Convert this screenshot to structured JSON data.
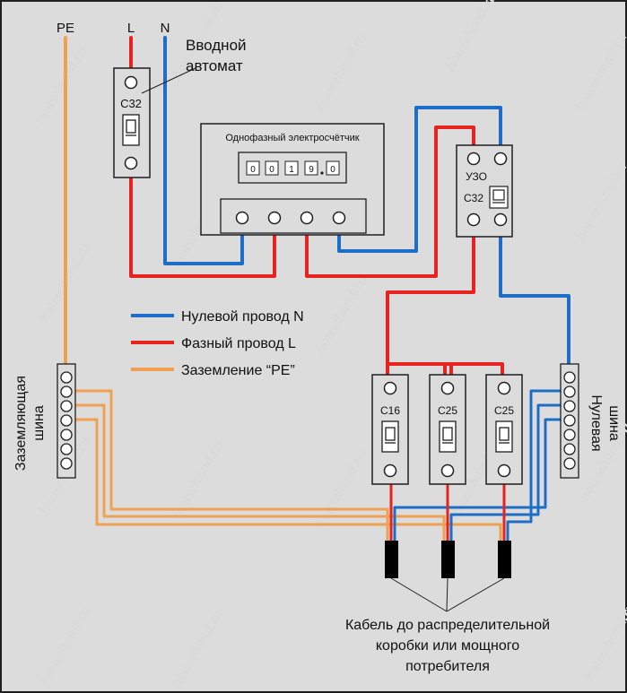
{
  "watermark": "househand.ru",
  "colors": {
    "background": "#dcdcdc",
    "neutral": "#1e6ec8",
    "phase": "#e8231f",
    "ground": "#f0a050",
    "border": "#1f1f1f"
  },
  "top_labels": {
    "pe": "PE",
    "l": "L",
    "n": "N"
  },
  "input_breaker": {
    "title_line1": "Вводной",
    "title_line2": "автомат",
    "rating": "C32"
  },
  "meter": {
    "title": "Однофазный электросчётчик",
    "digits": [
      "0",
      "0",
      "1",
      "9",
      "0"
    ]
  },
  "rcd": {
    "label": "УЗО",
    "rating": "C32"
  },
  "legend": [
    {
      "text": "Нулевой провод N",
      "color": "#1e6ec8"
    },
    {
      "text": "Фазный провод L",
      "color": "#e8231f"
    },
    {
      "text": "Заземление “PE”",
      "color": "#f0a050"
    }
  ],
  "breakers": [
    {
      "rating": "C16"
    },
    {
      "rating": "C25"
    },
    {
      "rating": "C25"
    }
  ],
  "ground_bus": {
    "label_line1": "Заземляющая",
    "label_line2": "шина"
  },
  "neutral_bus": {
    "label_line1": "Нулевая",
    "label_line2": "шина"
  },
  "cable_caption": {
    "line1": "Кабель до распределительной",
    "line2": "коробки или мощного",
    "line3": "потребителя"
  }
}
